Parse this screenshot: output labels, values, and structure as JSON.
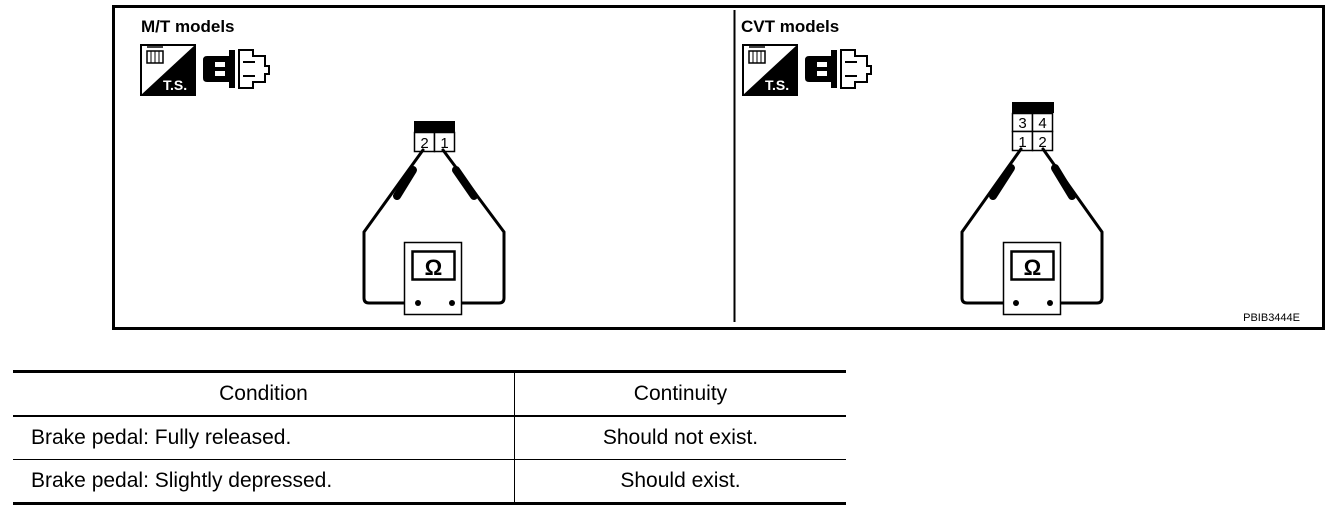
{
  "panels": {
    "mt": {
      "title": "M/T models",
      "ts_label": "T.S.",
      "pins": [
        "2",
        "1"
      ],
      "meter_symbol": "Ω"
    },
    "cvt": {
      "title": "CVT models",
      "ts_label": "T.S.",
      "pins_top": [
        "3",
        "4"
      ],
      "pins_bottom": [
        "1",
        "2"
      ],
      "meter_symbol": "Ω"
    }
  },
  "figure_code": "PBIB3444E",
  "icons": [
    "connector-ts-icon",
    "harness-connector-icon",
    "ohmmeter-icon"
  ],
  "table": {
    "headers": [
      "Condition",
      "Continuity"
    ],
    "rows": [
      [
        "Brake pedal: Fully released.",
        "Should not exist."
      ],
      [
        "Brake pedal: Slightly depressed.",
        "Should exist."
      ]
    ]
  }
}
